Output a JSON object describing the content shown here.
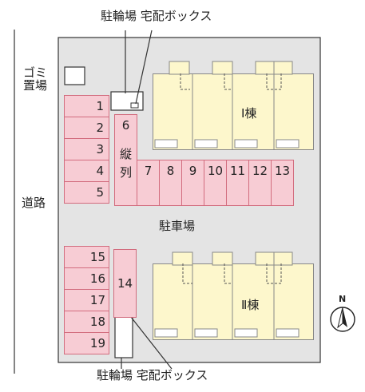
{
  "labels": {
    "bike_box_top": "駐輪場 宅配ボックス",
    "bike_box_bottom": "駐輪場 宅配ボックス",
    "trash_line1": "ゴミ",
    "trash_line2": "置場",
    "road": "道路",
    "parking_lot": "駐車場",
    "building1": "Ⅰ棟",
    "building2": "Ⅱ棟",
    "north": "N"
  },
  "parking_spaces": {
    "left_upper": [
      "1",
      "2",
      "3",
      "4",
      "5"
    ],
    "vertical_label": "6",
    "vertical_text": [
      "縦",
      "列"
    ],
    "center_row": [
      "7",
      "8",
      "9",
      "10",
      "11",
      "12",
      "13"
    ],
    "left_lower": [
      "15",
      "16",
      "17",
      "18",
      "19"
    ],
    "center_14": "14"
  },
  "colors": {
    "parking_fill": "#f7ccd4",
    "parking_border": "#d26c7e",
    "building_fill": "#fdf7cc",
    "lot_fill": "#e4e4e4"
  }
}
